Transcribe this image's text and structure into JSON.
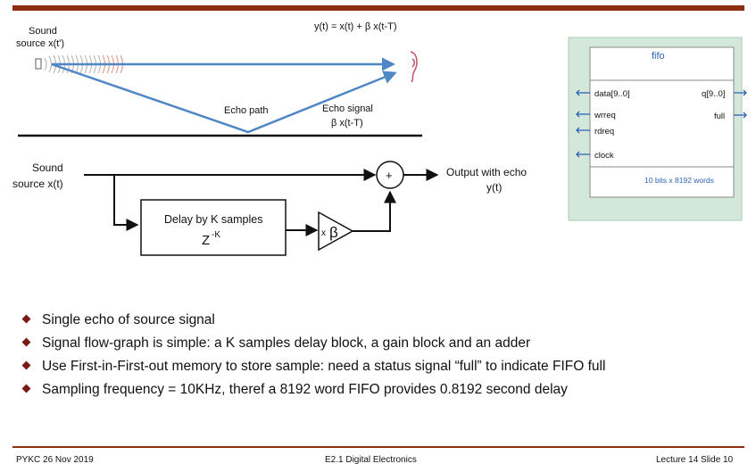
{
  "echo_scene": {
    "source_label_1": "Sound",
    "source_label_2": "source x(t')",
    "equation": "y(t) = x(t) + β x(t-T)",
    "echo_path_label": "Echo path",
    "echo_signal_label_1": "Echo signal",
    "echo_signal_label_2": "β x(t-T)"
  },
  "flow_graph": {
    "input_label_1": "Sound",
    "input_label_2": "source x(t)",
    "delay_label": "Delay by K samples",
    "delay_z": "Z",
    "delay_exp": "-K",
    "gain_x": "x",
    "gain_beta": "β",
    "adder_symbol": "+",
    "output_label_1": "Output with echo",
    "output_label_2": "y(t)"
  },
  "fifo": {
    "title": "fifo",
    "port_data": "data[9..0]",
    "port_wrreq": "wrreq",
    "port_rdreq": "rdreq",
    "port_clock": "clock",
    "port_q": "q[9..0]",
    "port_full": "full",
    "size_label": "10 bits x 8192 words",
    "frame_color": "#cfe5d6",
    "accent_color": "#2e63b8"
  },
  "bullets": [
    "Single echo of source signal",
    "Signal flow-graph is simple: a K samples delay block, a gain block and an adder",
    "Use First-in-First-out memory to store sample:  need a status signal “full” to indicate FIFO full",
    "Sampling frequency = 10KHz, theref a 8192 word FIFO provides 0.8192 second delay"
  ],
  "footer": {
    "left": "PYKC 26 Nov 2019",
    "center": "E2.1 Digital Electronics",
    "right": "Lecture 14 Slide 10"
  },
  "colors": {
    "title_bar": "#8b2e12",
    "wave_arrow": "#4f86c6",
    "bullet": "#7a1a14"
  }
}
